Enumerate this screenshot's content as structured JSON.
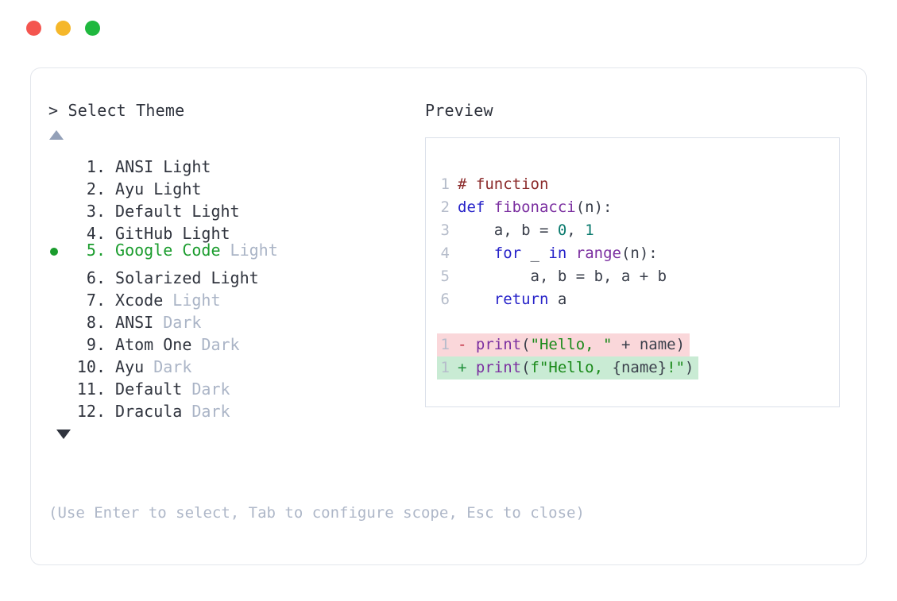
{
  "window": {
    "controls": [
      {
        "name": "close",
        "color": "#f4554f"
      },
      {
        "name": "minimize",
        "color": "#f5b72a"
      },
      {
        "name": "maximize",
        "color": "#1fb83e"
      }
    ]
  },
  "prompt": {
    "heading": "> Select Theme",
    "scroll_up_icon": "triangle-up-icon",
    "scroll_down_icon": "triangle-down-icon",
    "hint": "(Use Enter to select, Tab to configure scope, Esc to close)"
  },
  "themes": {
    "selected_index": 5,
    "items": [
      {
        "index": " 1.",
        "name": "ANSI",
        "variant": " Light",
        "selected": false,
        "variant_muted": false
      },
      {
        "index": " 2.",
        "name": "Ayu",
        "variant": " Light",
        "selected": false,
        "variant_muted": false
      },
      {
        "index": " 3.",
        "name": "Default",
        "variant": " Light",
        "selected": false,
        "variant_muted": false
      },
      {
        "index": " 4.",
        "name": "GitHub",
        "variant": " Light",
        "selected": false,
        "variant_muted": false
      },
      {
        "index": " 5.",
        "name": "Google Code",
        "variant": " Light",
        "selected": true,
        "variant_muted": true
      },
      {
        "index": " 6.",
        "name": "Solarized",
        "variant": " Light",
        "selected": false,
        "variant_muted": false
      },
      {
        "index": " 7.",
        "name": "Xcode",
        "variant": " Light",
        "selected": false,
        "variant_muted": true
      },
      {
        "index": " 8.",
        "name": "ANSI",
        "variant": " Dark",
        "selected": false,
        "variant_muted": true
      },
      {
        "index": " 9.",
        "name": "Atom One",
        "variant": " Dark",
        "selected": false,
        "variant_muted": true
      },
      {
        "index": "10.",
        "name": "Ayu",
        "variant": " Dark",
        "selected": false,
        "variant_muted": true
      },
      {
        "index": "11.",
        "name": "Default",
        "variant": " Dark",
        "selected": false,
        "variant_muted": true
      },
      {
        "index": "12.",
        "name": "Dracula",
        "variant": " Dark",
        "selected": false,
        "variant_muted": true
      }
    ]
  },
  "preview": {
    "heading": "Preview",
    "code_lines": [
      {
        "ln": "1",
        "tokens": [
          {
            "t": "# function",
            "c": "comment"
          }
        ]
      },
      {
        "ln": "2",
        "tokens": [
          {
            "t": "def ",
            "c": "keyword"
          },
          {
            "t": "fibonacci",
            "c": "func"
          },
          {
            "t": "(n):",
            "c": "punct"
          }
        ]
      },
      {
        "ln": "3",
        "tokens": [
          {
            "t": "    a, b = ",
            "c": "plain"
          },
          {
            "t": "0",
            "c": "number"
          },
          {
            "t": ", ",
            "c": "plain"
          },
          {
            "t": "1",
            "c": "number"
          }
        ]
      },
      {
        "ln": "4",
        "tokens": [
          {
            "t": "    ",
            "c": "plain"
          },
          {
            "t": "for",
            "c": "keyword"
          },
          {
            "t": " _ ",
            "c": "plain"
          },
          {
            "t": "in",
            "c": "keyword"
          },
          {
            "t": " ",
            "c": "plain"
          },
          {
            "t": "range",
            "c": "func"
          },
          {
            "t": "(n):",
            "c": "punct"
          }
        ]
      },
      {
        "ln": "5",
        "tokens": [
          {
            "t": "        a, b = b, a + b",
            "c": "plain"
          }
        ]
      },
      {
        "ln": "6",
        "tokens": [
          {
            "t": "    ",
            "c": "plain"
          },
          {
            "t": "return",
            "c": "keyword"
          },
          {
            "t": " a",
            "c": "plain"
          }
        ]
      }
    ],
    "diff_lines": [
      {
        "ln": "1",
        "marker": "- ",
        "kind": "del",
        "tokens": [
          {
            "t": "print",
            "c": "func"
          },
          {
            "t": "(",
            "c": "punct"
          },
          {
            "t": "\"Hello, \"",
            "c": "string"
          },
          {
            "t": " + name)",
            "c": "plain"
          }
        ]
      },
      {
        "ln": "1",
        "marker": "+ ",
        "kind": "add",
        "tokens": [
          {
            "t": "print",
            "c": "func"
          },
          {
            "t": "(",
            "c": "punct"
          },
          {
            "t": "f\"Hello, ",
            "c": "string"
          },
          {
            "t": "{name}",
            "c": "plain"
          },
          {
            "t": "!\"",
            "c": "string"
          },
          {
            "t": ")",
            "c": "punct"
          }
        ]
      }
    ]
  },
  "colors": {
    "accent_green": "#1a9c2d",
    "muted": "#aab4c6",
    "text": "#2f333d",
    "diff_add_bg": "#c9ebd4",
    "diff_del_bg": "#fad7da",
    "border": "#e3e6ec"
  }
}
